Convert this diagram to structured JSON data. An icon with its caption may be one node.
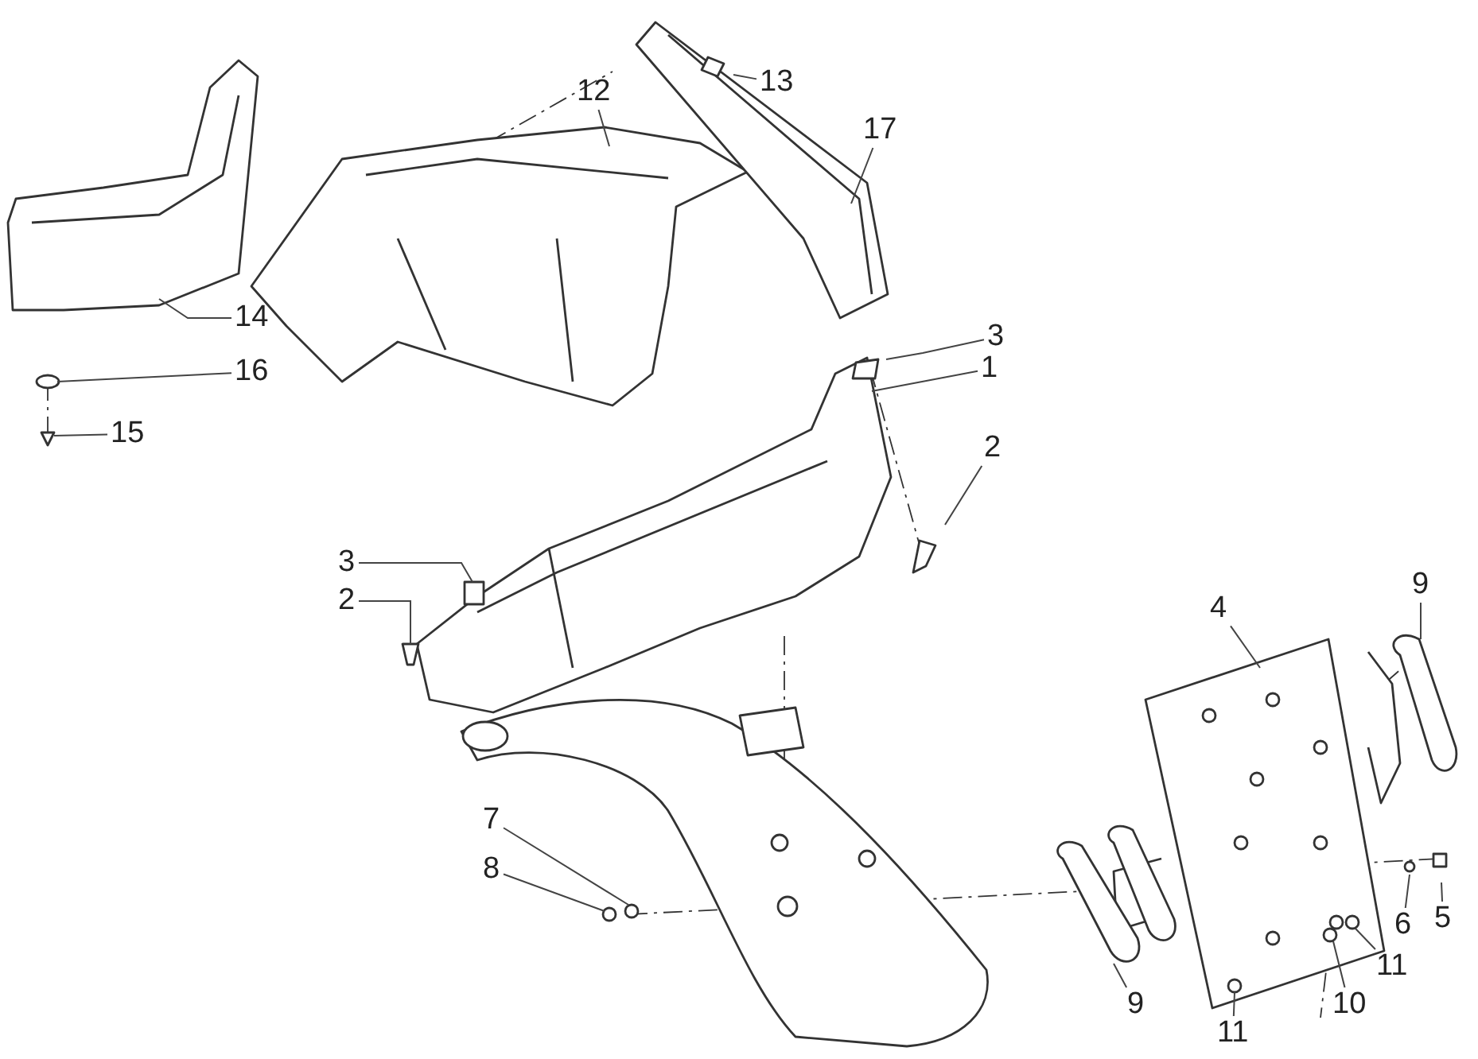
{
  "diagram": {
    "nodes": [
      {
        "text": [
          "13"
        ]
      },
      {
        "text": [
          "12"
        ]
      },
      {
        "text": [
          "17"
        ]
      },
      {
        "text": [
          "14"
        ]
      },
      {
        "text": [
          "3"
        ]
      },
      {
        "text": [
          "1"
        ]
      },
      {
        "text": [
          "16"
        ]
      },
      {
        "text": [
          "15"
        ]
      },
      {
        "text": [
          "2"
        ]
      },
      {
        "text": [
          "3"
        ]
      },
      {
        "text": [
          "9"
        ]
      },
      {
        "text": [
          "2"
        ]
      },
      {
        "text": [
          "4"
        ]
      },
      {
        "text": [
          "7"
        ]
      },
      {
        "text": [
          "8"
        ]
      },
      {
        "text": [
          "5"
        ]
      },
      {
        "text": [
          "6"
        ]
      },
      {
        "text": [
          "11"
        ]
      },
      {
        "text": [
          "9"
        ]
      },
      {
        "text": [
          "10"
        ]
      },
      {
        "text": [
          "11"
        ]
      }
    ],
    "edges": [
      {
        "from": 0,
        "to": null,
        "arrow": "none"
      },
      {
        "from": 1,
        "to": null,
        "arrow": "none"
      },
      {
        "from": 2,
        "to": null,
        "arrow": "none"
      },
      {
        "from": 3,
        "to": null,
        "arrow": "none"
      },
      {
        "from": 4,
        "to": null,
        "arrow": "none"
      },
      {
        "from": 5,
        "to": null,
        "arrow": "none"
      },
      {
        "from": 6,
        "to": null,
        "arrow": "none"
      },
      {
        "from": 7,
        "to": null,
        "arrow": "none"
      },
      {
        "from": 8,
        "to": null,
        "arrow": "none"
      },
      {
        "from": 9,
        "to": null,
        "arrow": "none"
      },
      {
        "from": 10,
        "to": null,
        "arrow": "none"
      },
      {
        "from": 11,
        "to": null,
        "arrow": "none"
      },
      {
        "from": 12,
        "to": null,
        "arrow": "none"
      },
      {
        "from": 13,
        "to": null,
        "arrow": "none"
      },
      {
        "from": 14,
        "to": null,
        "arrow": "none"
      },
      {
        "from": 15,
        "to": null,
        "arrow": "none"
      },
      {
        "from": 16,
        "to": null,
        "arrow": "none"
      },
      {
        "from": 17,
        "to": null,
        "arrow": "none"
      },
      {
        "from": 18,
        "to": null,
        "arrow": "none"
      },
      {
        "from": 19,
        "to": null,
        "arrow": "none"
      },
      {
        "from": 20,
        "to": null,
        "arrow": "none"
      }
    ]
  }
}
